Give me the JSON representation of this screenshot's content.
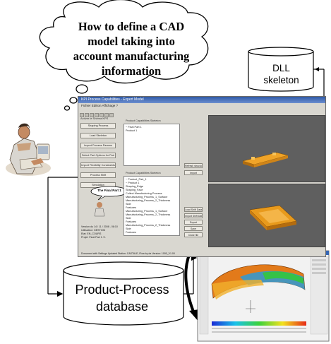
{
  "thought_bubble": {
    "text": "How to define a CAD\nmodel taking into\naccount manufacturing\ninformation"
  },
  "dll_box": {
    "text": "DLL\nskeleton"
  },
  "database": {
    "text": "Product-Process\ndatabase"
  },
  "app_window": {
    "title": "KPI Process Capabilities - Expert Model",
    "menu": "Fichier   Edition   Affichage   ?",
    "left_panel_title": "Activer le Shéma KPS",
    "left_buttons": [
      "Shaping Process",
      "Load Skeleton",
      "Import Process Params",
      "Select Part Options for Part",
      "Import Flexibility Constraints",
      "Process Shift",
      "Simulation"
    ],
    "callout": "The Final Part 1",
    "upper_tree_header": "Product Capabilities Skeleton",
    "upper_tree": [
      "− Final Part 1",
      "  Product 1"
    ],
    "lower_tree_header": "Product Capabilities Skeleton",
    "lower_tree": [
      "− Product_Part_1",
      "   − Product 1",
      "      Shaping_Edge",
      "      Shaping_Face",
      "      Collect Manufacturing Process",
      "      Manufacturing_Process_1_Surface",
      "      Manufacturing_Process_2_Thickness",
      "      Side",
      "      Features",
      "      Manufacturing_Process_1_Surface",
      "      Manufacturing_Process_2_Thickness",
      "      Side",
      "      Features",
      "      Manufacturing_Process_2_Thickness",
      "      Side",
      "      Features"
    ],
    "mid_buttons_top": [
      "Refresh structure",
      "Import"
    ],
    "mid_buttons_bottom": [
      "Load Shift Data",
      "Import Shift Data",
      "Export",
      "Save",
      "Close file"
    ],
    "info_text": "Version du 14 / 11 / 2008 - 08:10\nUtilisateur: GESTION\nEtat: EN_COURS\nProjet: Final Part 1 / 1",
    "status_text": "Document with Settings Updated Station: CASTALE, Flow by de Version: 1000_V1.00"
  },
  "colors": {
    "window_bg": "#d9d7d0",
    "viewport_bg": "#5f5f5f",
    "part_orange": "#e89a1c",
    "arrow": "#000000"
  }
}
